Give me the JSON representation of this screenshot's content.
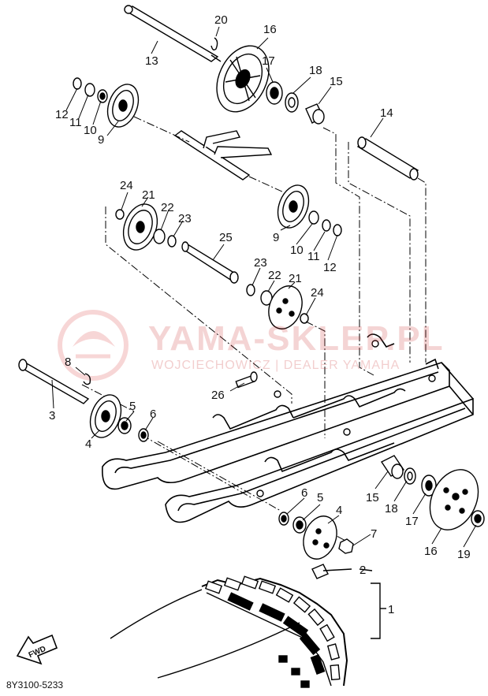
{
  "watermark": {
    "title": "YAMA-SKLEP.PL",
    "subtitle": "WOJCIECHOWICZ | DEALER YAMAHA",
    "logo_color": "#e06060"
  },
  "diagram_code": "8Y3100-5233",
  "direction_marker": "FWD",
  "labels": [
    {
      "id": "p20a",
      "text": "20"
    },
    {
      "id": "p16a",
      "text": "16"
    },
    {
      "id": "p13",
      "text": "13"
    },
    {
      "id": "p17a",
      "text": "17"
    },
    {
      "id": "p18a",
      "text": "18"
    },
    {
      "id": "p15a",
      "text": "15"
    },
    {
      "id": "p12a",
      "text": "12"
    },
    {
      "id": "p11a",
      "text": "11"
    },
    {
      "id": "p10a",
      "text": "10"
    },
    {
      "id": "p9a",
      "text": "9"
    },
    {
      "id": "p14",
      "text": "14"
    },
    {
      "id": "p24a",
      "text": "24"
    },
    {
      "id": "p21a",
      "text": "21"
    },
    {
      "id": "p22a",
      "text": "22"
    },
    {
      "id": "p23a",
      "text": "23"
    },
    {
      "id": "p9b",
      "text": "9"
    },
    {
      "id": "p10b",
      "text": "10"
    },
    {
      "id": "p11b",
      "text": "11"
    },
    {
      "id": "p12b",
      "text": "12"
    },
    {
      "id": "p25",
      "text": "25"
    },
    {
      "id": "p23b",
      "text": "23"
    },
    {
      "id": "p22b",
      "text": "22"
    },
    {
      "id": "p21b",
      "text": "21"
    },
    {
      "id": "p24b",
      "text": "24"
    },
    {
      "id": "p8",
      "text": "8"
    },
    {
      "id": "p26",
      "text": "26"
    },
    {
      "id": "p3",
      "text": "3"
    },
    {
      "id": "p5a",
      "text": "5"
    },
    {
      "id": "p6a",
      "text": "6"
    },
    {
      "id": "p4a",
      "text": "4"
    },
    {
      "id": "p6b",
      "text": "6"
    },
    {
      "id": "p5b",
      "text": "5"
    },
    {
      "id": "p4b",
      "text": "4"
    },
    {
      "id": "p7",
      "text": "7"
    },
    {
      "id": "p15b",
      "text": "15"
    },
    {
      "id": "p18b",
      "text": "18"
    },
    {
      "id": "p17b",
      "text": "17"
    },
    {
      "id": "p16b",
      "text": "16"
    },
    {
      "id": "p19",
      "text": "19"
    },
    {
      "id": "p2",
      "text": "2"
    },
    {
      "id": "p1",
      "text": "1"
    }
  ]
}
